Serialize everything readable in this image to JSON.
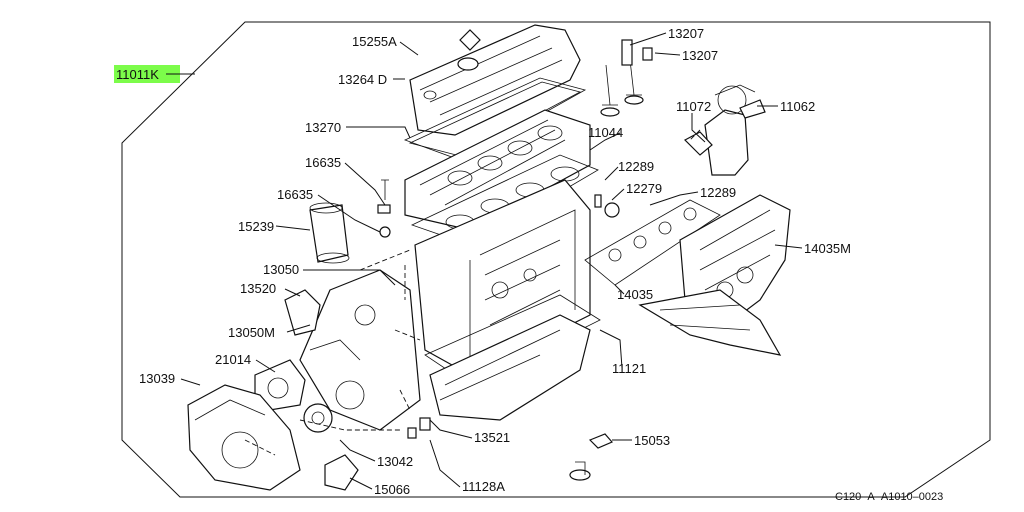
{
  "highlight_color": "#7CFC4A",
  "highlighted_part": "11011K",
  "diagram_code": "C120–A–A1010–0023",
  "parts": {
    "p11011K": "11011K",
    "p15255A": "15255A",
    "p13264D": "13264 D",
    "p13270": "13270",
    "p16635a": "16635",
    "p16635b": "16635",
    "p15239": "15239",
    "p13050": "13050",
    "p13520": "13520",
    "p13050M": "13050M",
    "p21014": "21014",
    "p13039": "13039",
    "p13207a": "13207",
    "p13207b": "13207",
    "p11072": "11072",
    "p11062": "11062",
    "p11044": "11044",
    "p12289a": "12289",
    "p12279": "12279",
    "p12289b": "12289",
    "p14035M": "14035M",
    "p14035": "14035",
    "p11121": "11121",
    "p13521": "13521",
    "p15053": "15053",
    "p13042": "13042",
    "p11128A": "11128A",
    "p15066": "15066"
  }
}
